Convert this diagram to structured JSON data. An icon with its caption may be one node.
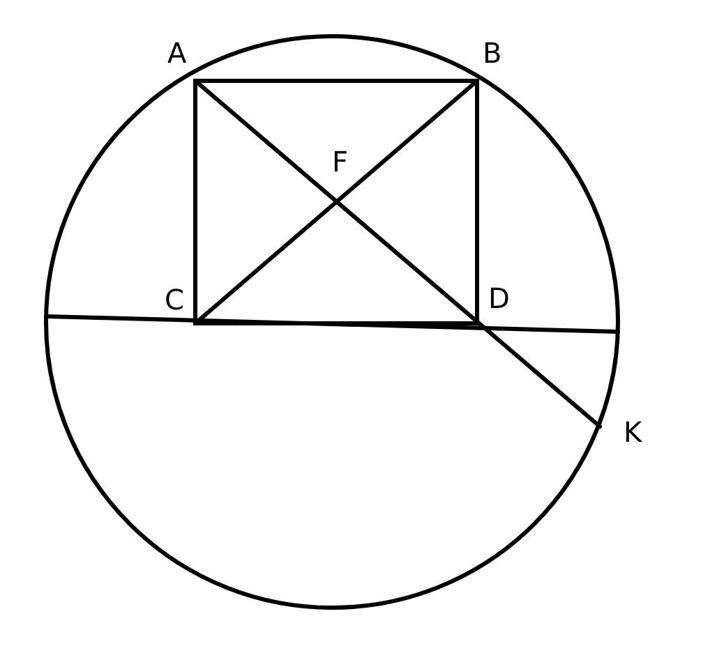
{
  "diagram": {
    "labels": [
      "A",
      "B",
      "F",
      "C",
      "D",
      "K"
    ]
  }
}
